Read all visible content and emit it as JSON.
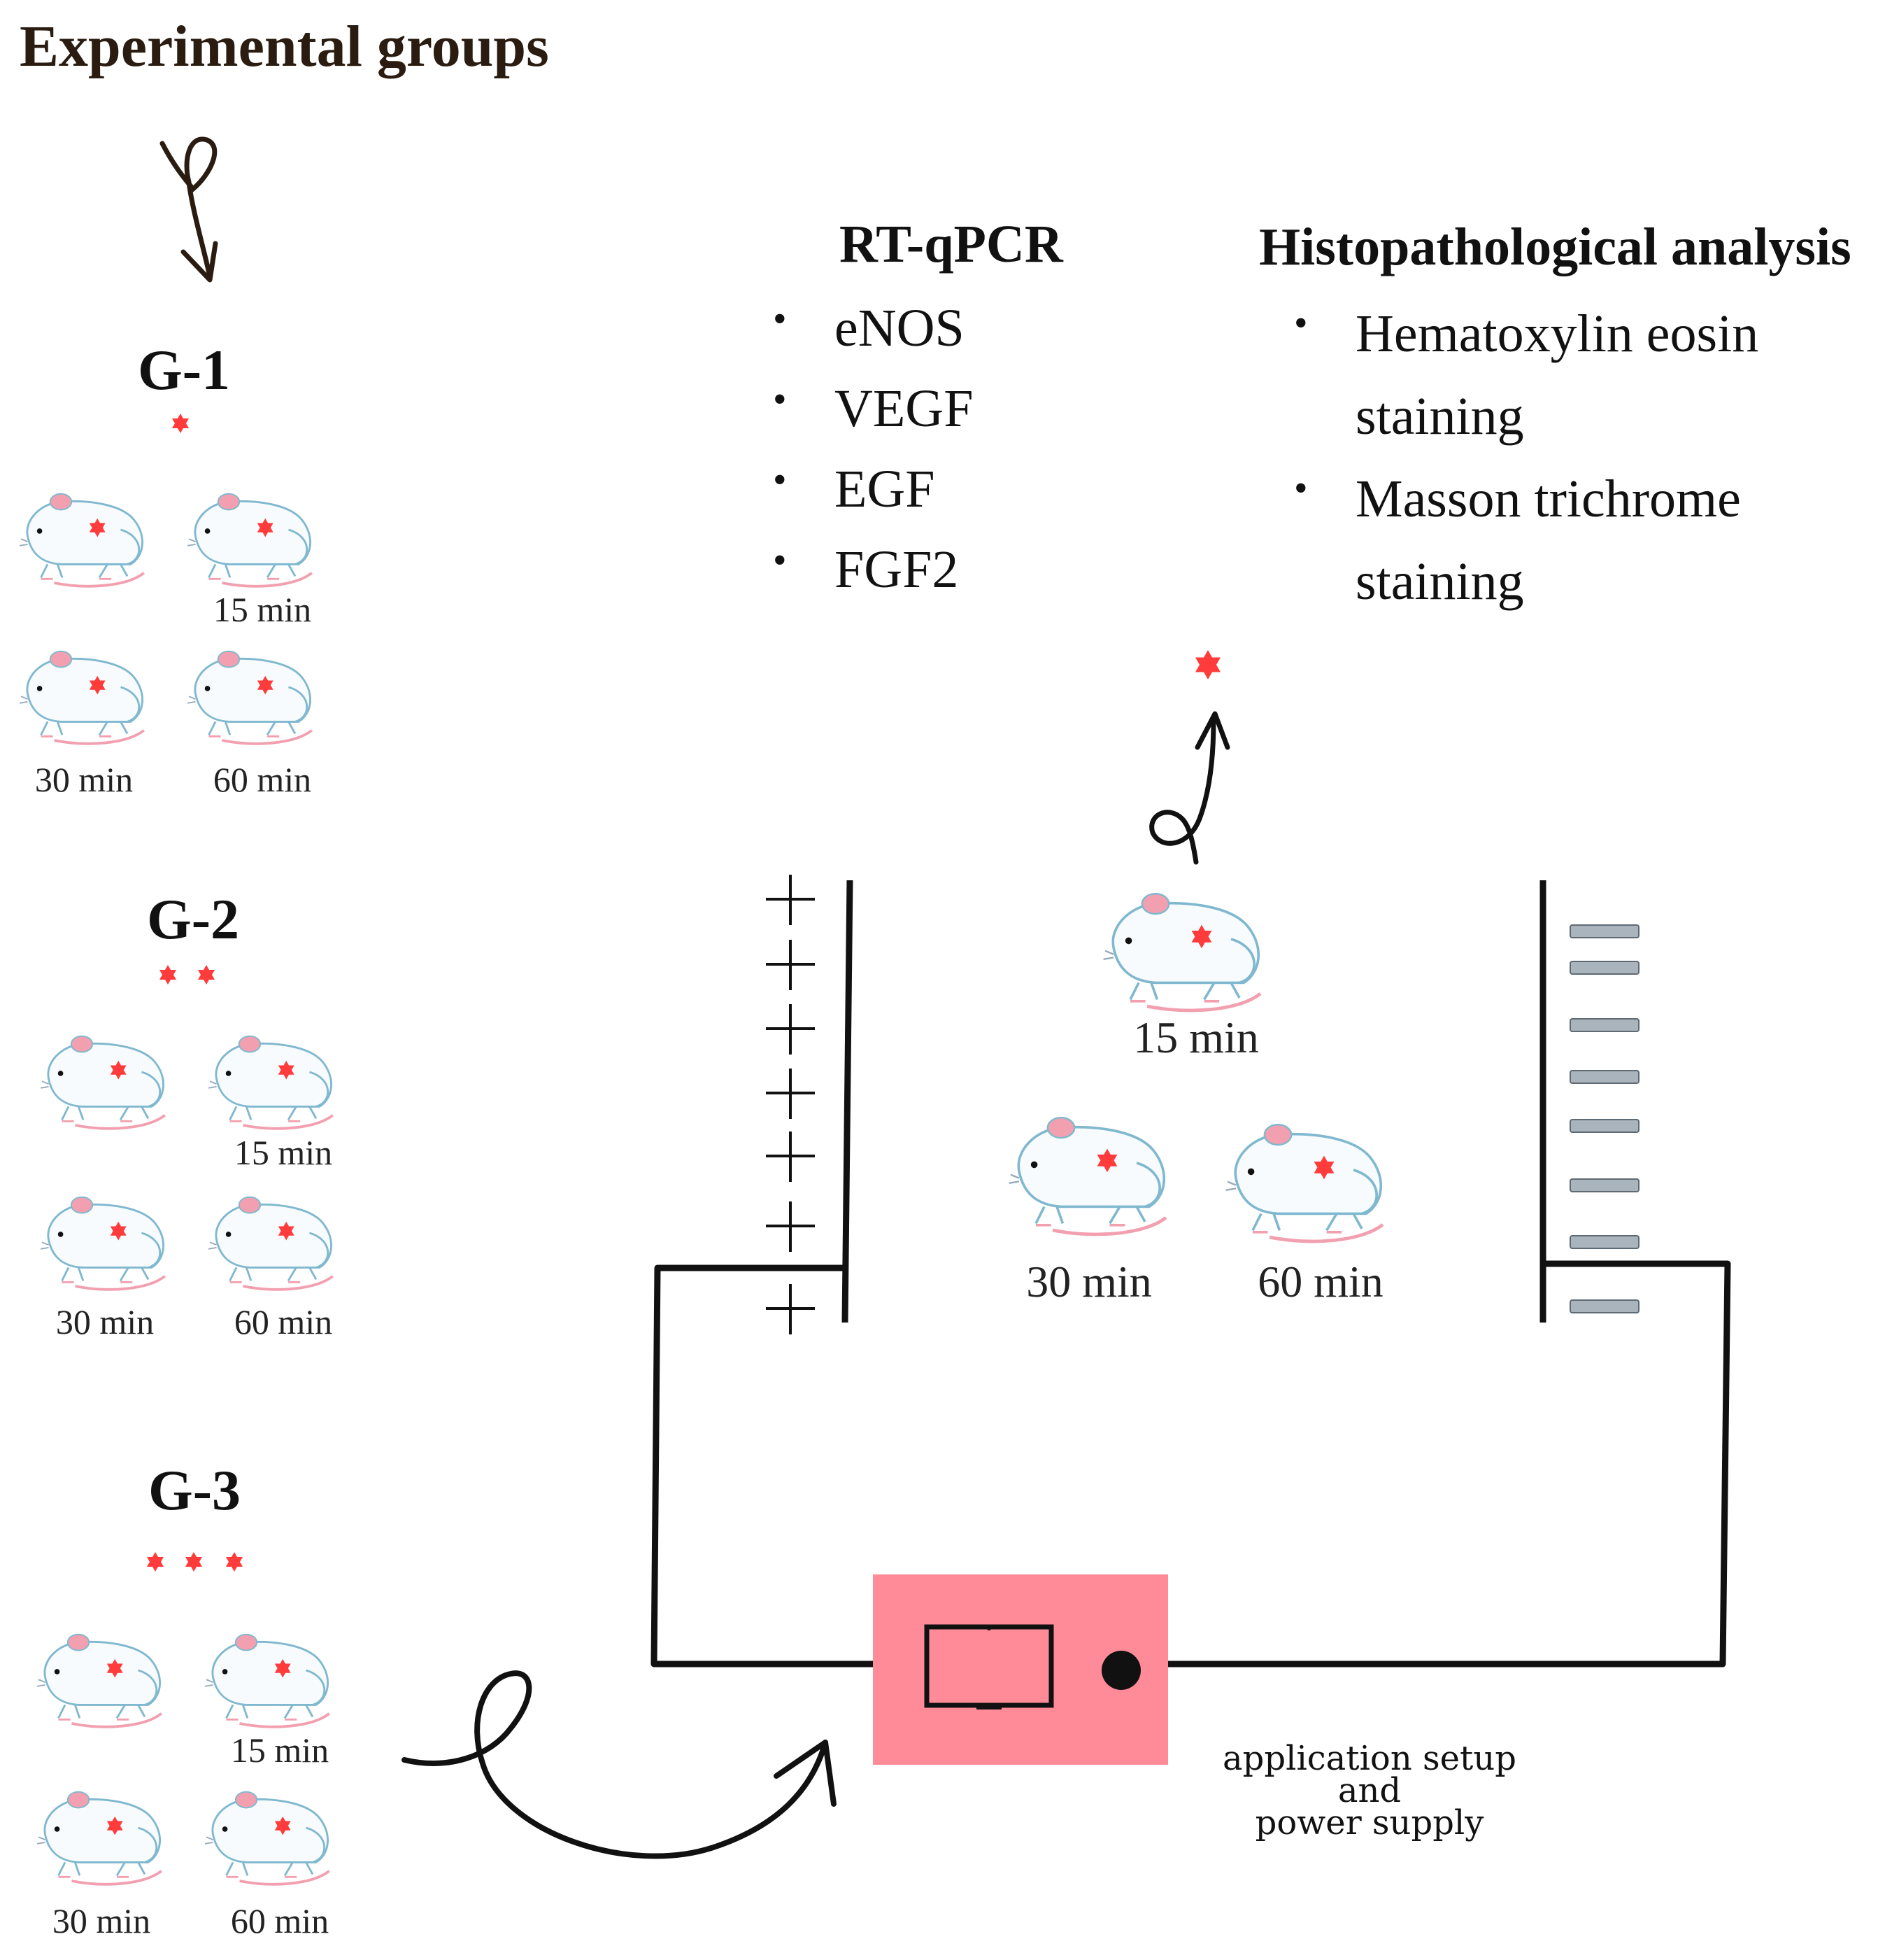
{
  "title": "Experimental groups",
  "groups": [
    {
      "label": "G-1",
      "times": [
        "15 min",
        "30 min",
        "60 min"
      ]
    },
    {
      "label": "G-2",
      "times": [
        "15 min",
        "30 min",
        "60 min"
      ]
    },
    {
      "label": "G-3",
      "times": [
        "15 min",
        "30 min",
        "60 min"
      ]
    }
  ],
  "rt_qpcr": {
    "heading": "RT-qPCR",
    "items": [
      "eNOS",
      "VEGF",
      "EGF",
      "FGF2"
    ]
  },
  "histopathology": {
    "heading": "Histopathological analysis",
    "items": [
      "Hematoxylin eosin staining",
      "Masson trichrome staining"
    ]
  },
  "setup_times": [
    "15 min",
    "30 min",
    "60 min"
  ],
  "setup_caption": [
    "application setup",
    "and",
    "power supply"
  ],
  "colors": {
    "title": "#2a1c10",
    "marker_red": "#ff3b3b",
    "device_pink": "#ff8a98",
    "rat_outline": "#7fb8cf",
    "rat_ear": "#f2a0b0",
    "negative_plate": "#a9b4bd"
  },
  "icons": [
    "curly-arrow-icon",
    "rat-icon",
    "red-star-icon",
    "monitor-icon",
    "power-button-icon",
    "plus-sign-icon",
    "minus-bar-icon"
  ]
}
